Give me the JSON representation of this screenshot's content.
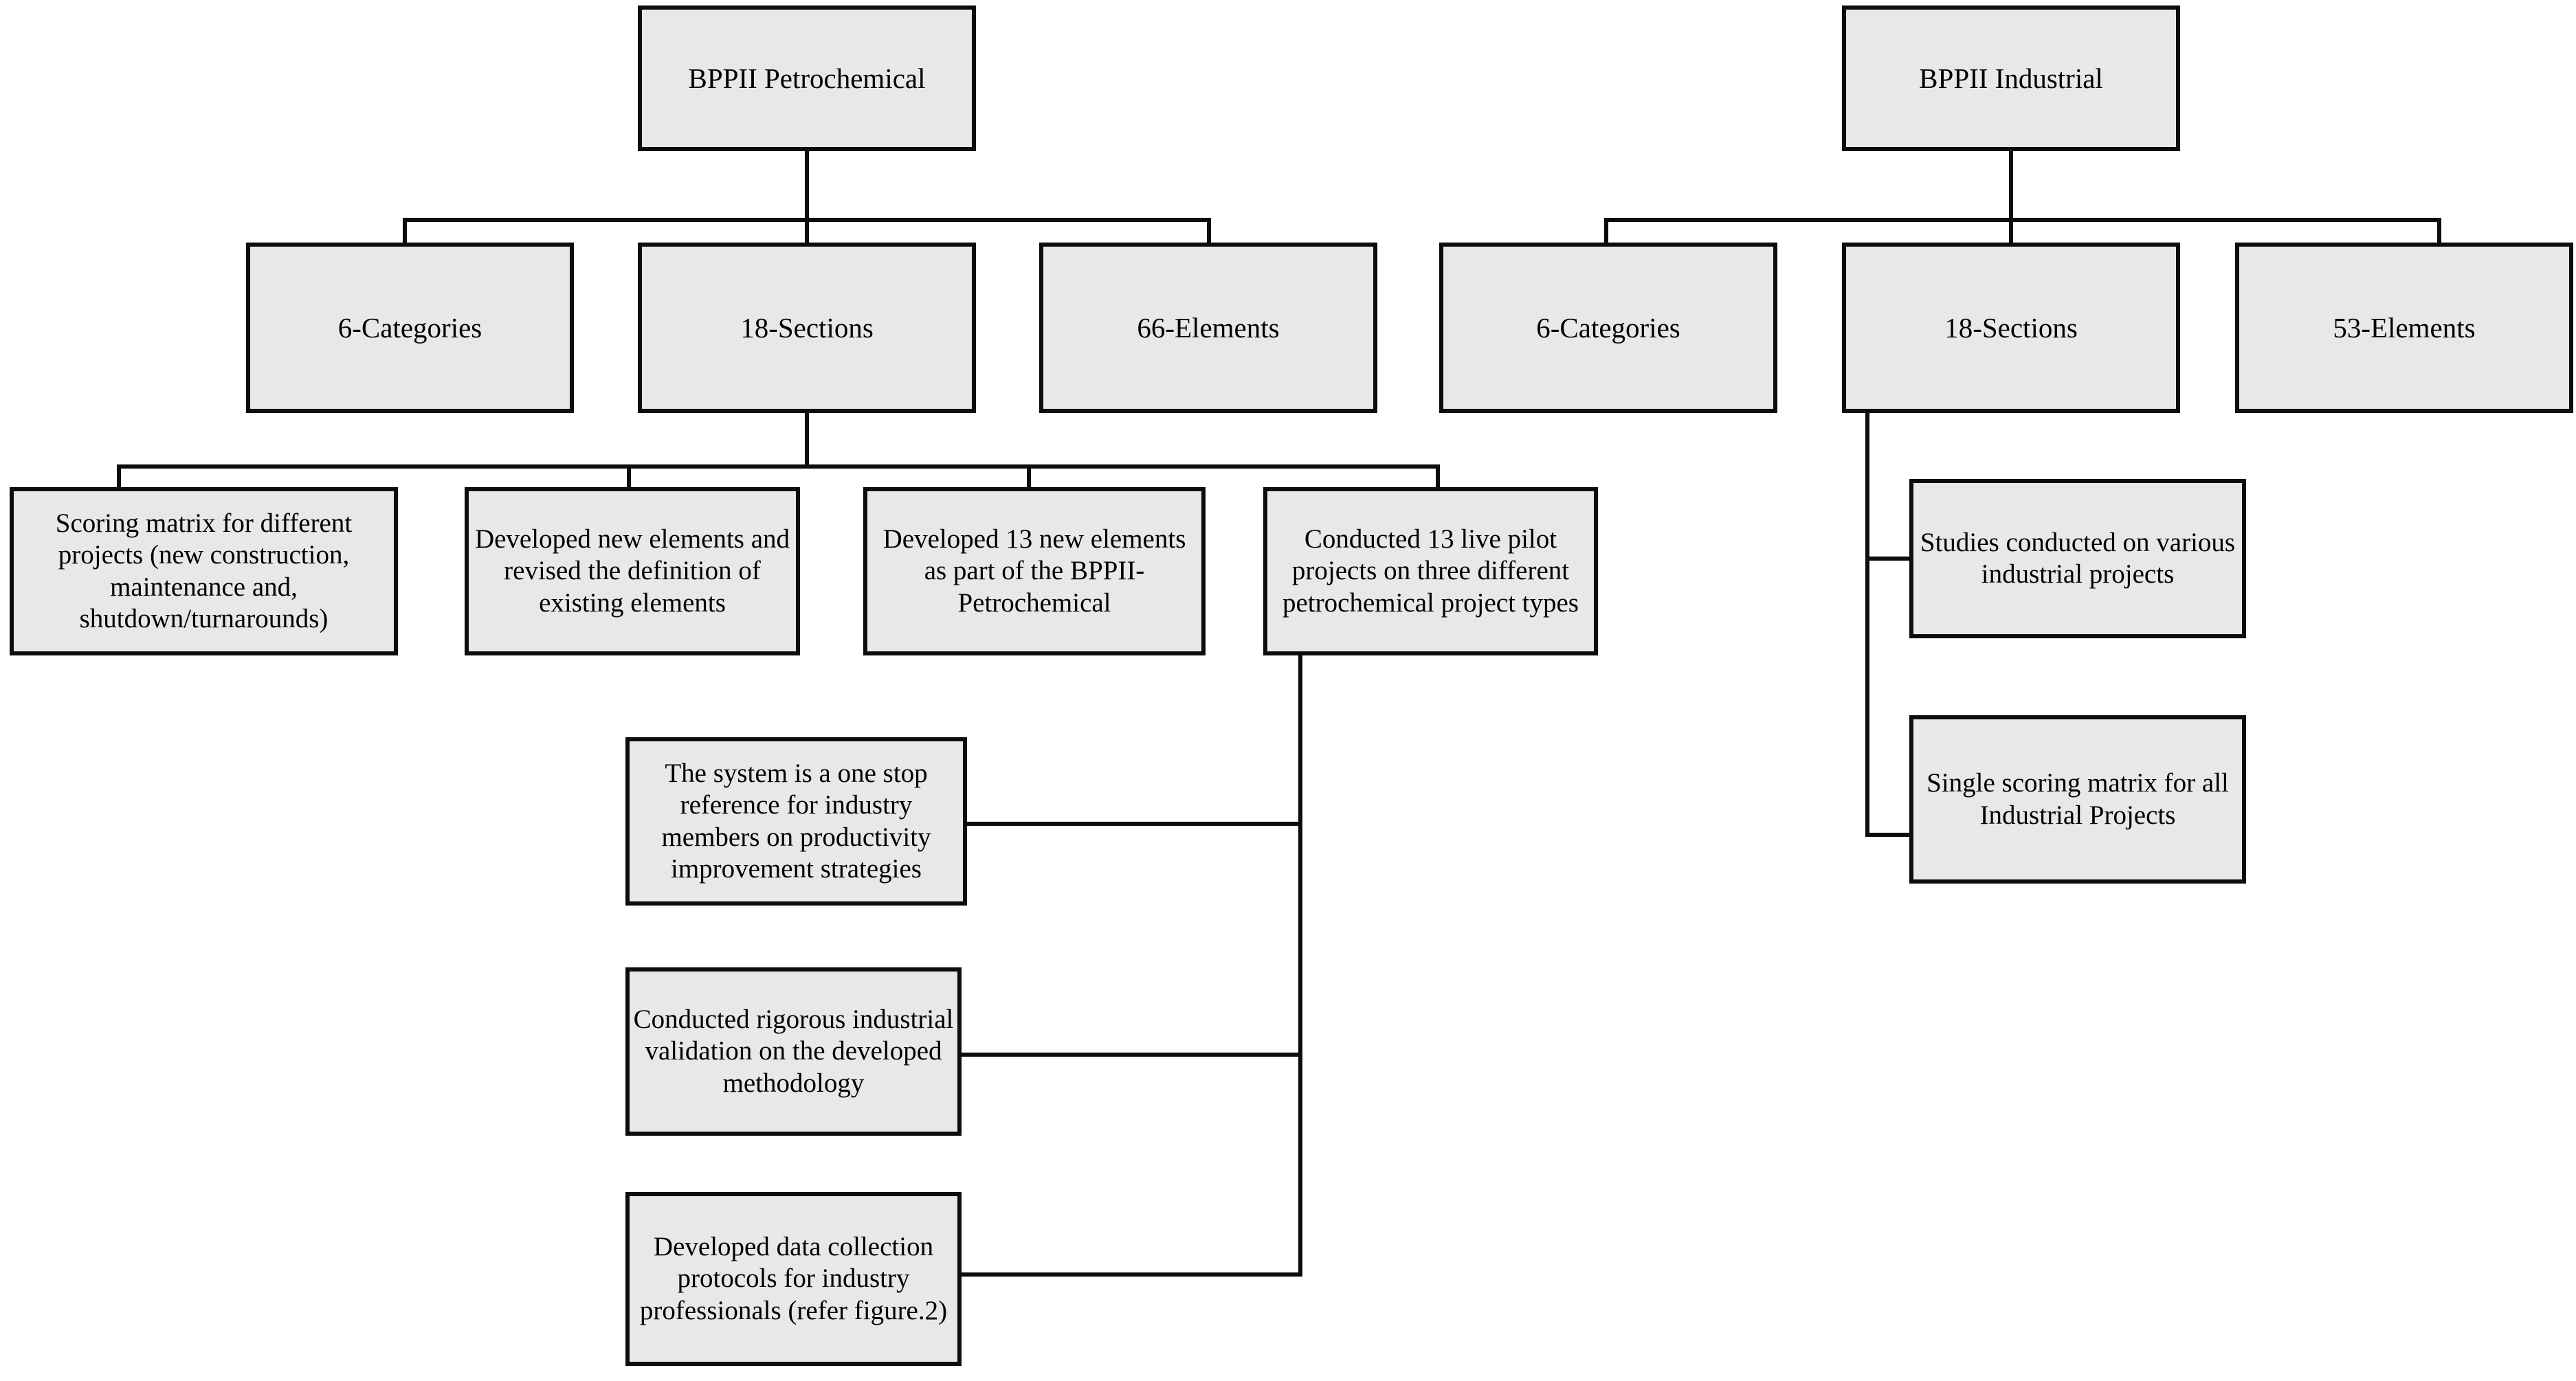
{
  "diagram": {
    "title": "BPPII Petrochemical and BPPII Industrial hierarchy",
    "box_fill": "#e8e8e8",
    "line_color": "#0d0d0d",
    "background": "#ffffff",
    "branches": {
      "petrochemical": {
        "root": "BPPII Petrochemical",
        "level2": [
          "6-Categories",
          "18-Sections",
          "66-Elements"
        ],
        "sections_children": [
          "Scoring matrix for different projects (new construction, maintenance and, shutdown/turnarounds)",
          "Developed new elements and revised the definition of existing elements",
          "Developed 13 new elements as part of the BPPII- Petrochemical",
          "Conducted 13 live pilot projects on three different petrochemical project types"
        ],
        "pilot_children": [
          "The system is a one stop reference for industry members on productivity improvement strategies",
          "Conducted rigorous industrial validation on the developed methodology",
          "Developed data collection protocols for industry professionals (refer figure.2)"
        ]
      },
      "industrial": {
        "root": "BPPII Industrial",
        "level2": [
          "6-Categories",
          "18-Sections",
          "53-Elements"
        ],
        "sections_children": [
          "Studies conducted on various industrial projects",
          "Single scoring matrix for all Industrial Projects"
        ]
      }
    }
  }
}
